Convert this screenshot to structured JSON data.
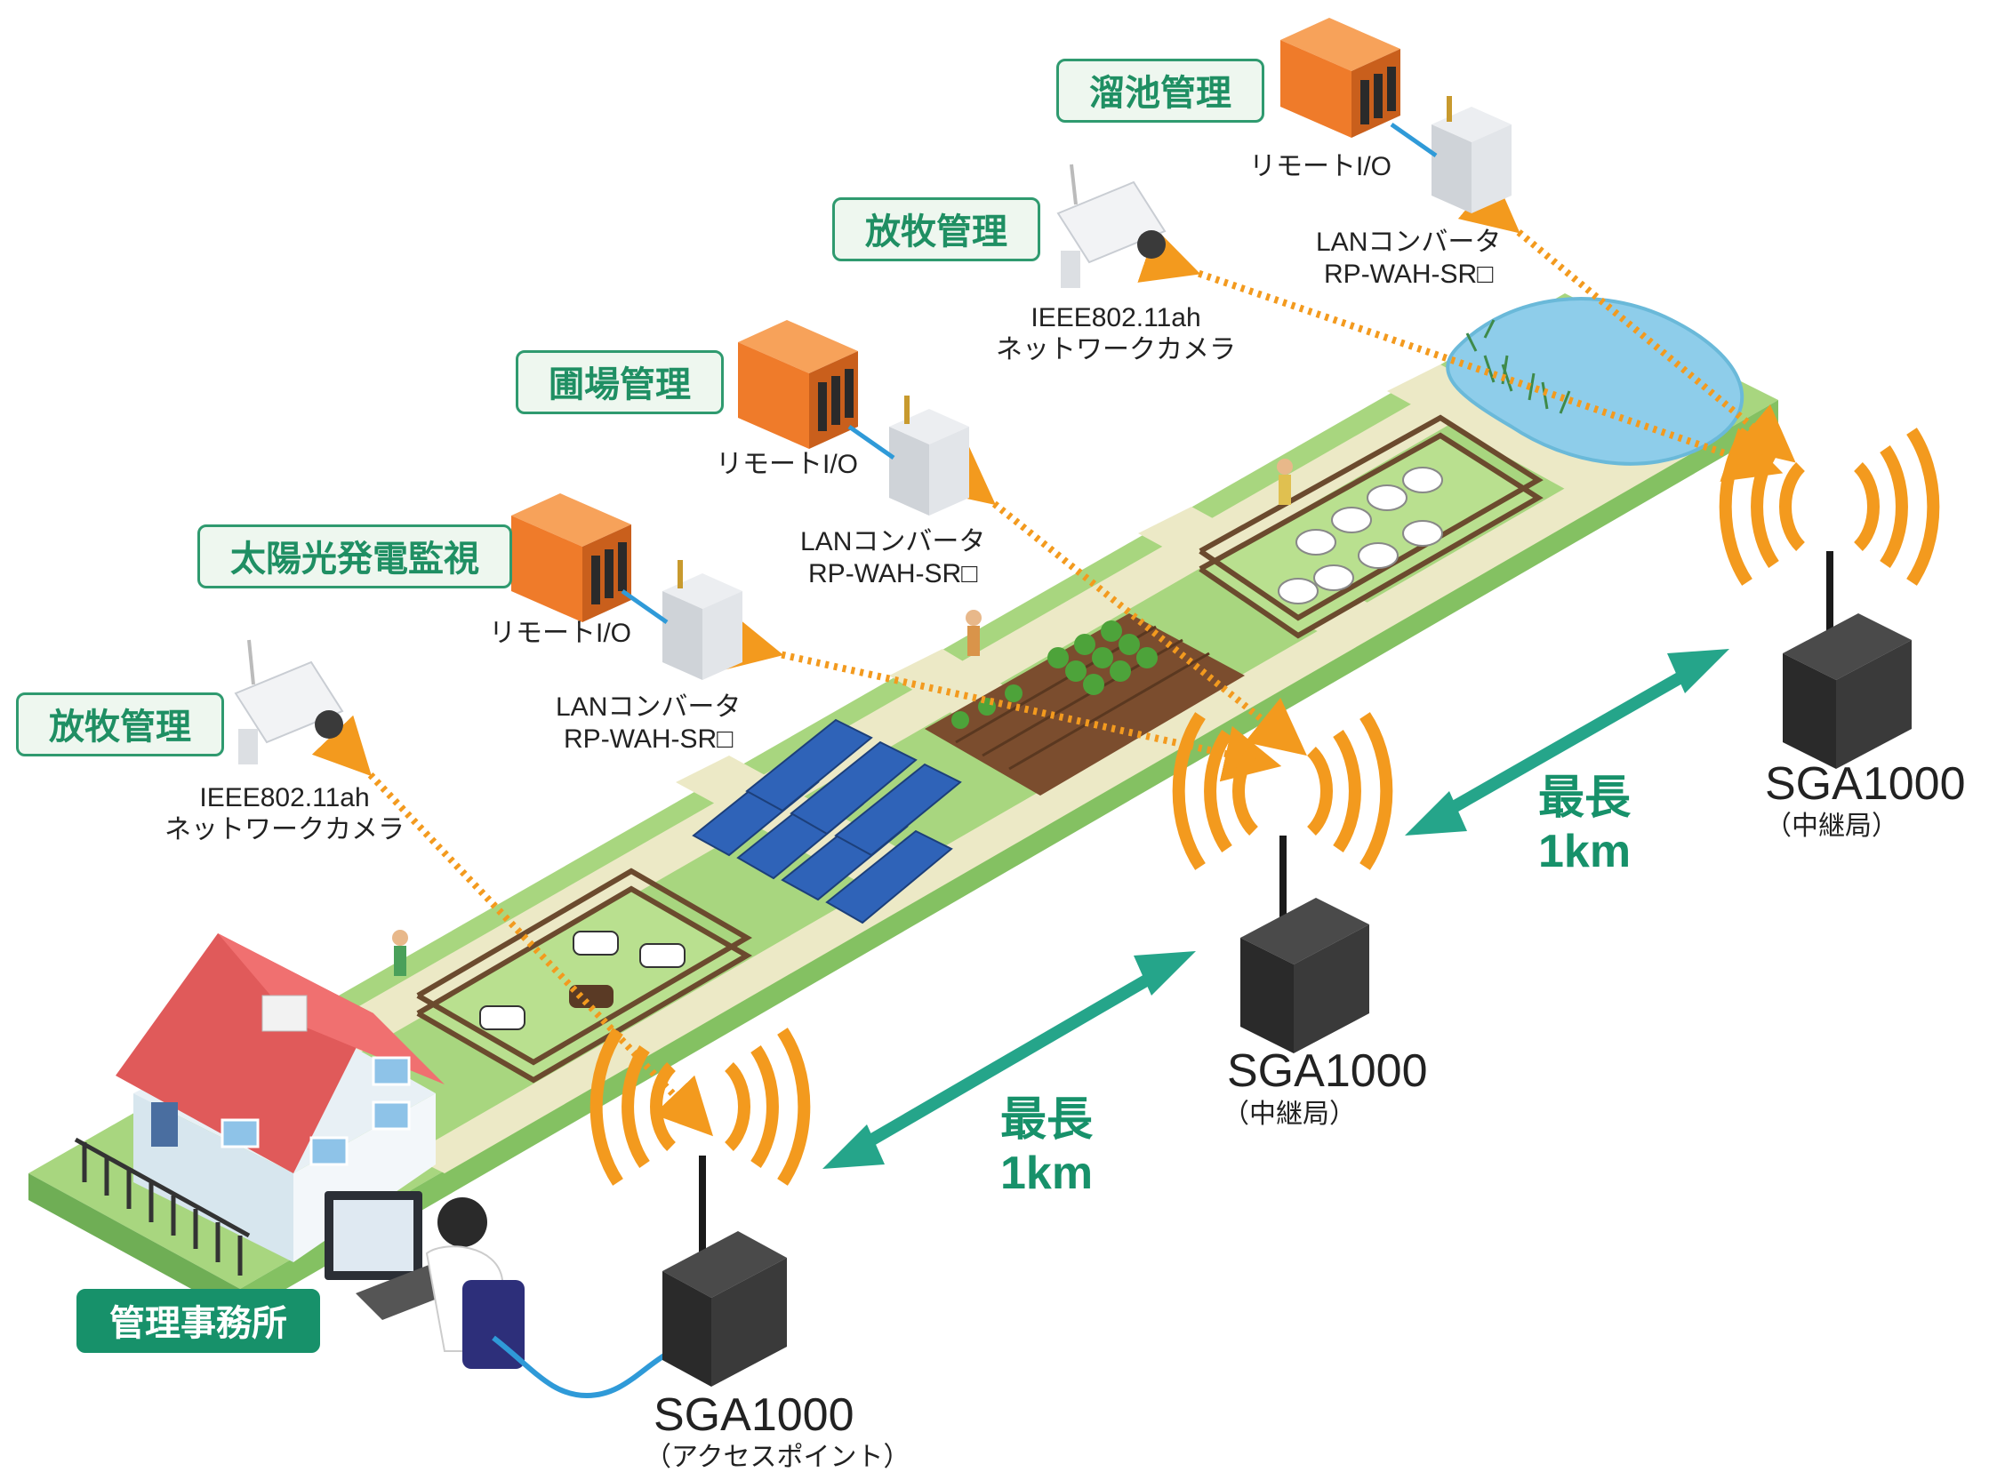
{
  "tags": {
    "reservoir": "溜池管理",
    "grazing_upper": "放牧管理",
    "field": "圃場管理",
    "solar": "太陽光発電監視",
    "grazing_lower": "放牧管理",
    "office": "管理事務所"
  },
  "devices": {
    "remote_io": "リモートI/O",
    "lan_converter": "LANコンバータ",
    "lan_converter_model": "RP-WAH-SR□",
    "camera_std": "IEEE802.11ah",
    "camera_name": "ネットワークカメラ"
  },
  "stations": {
    "model": "SGA1000",
    "access_point": "（アクセスポイント）",
    "relay": "（中継局）"
  },
  "distance": {
    "label": "最長",
    "value": "1km"
  },
  "colors": {
    "accent_green": "#17916a",
    "signal_orange": "#f39a1e",
    "field_green": "#9fd37a",
    "path_beige": "#ece9c6"
  }
}
